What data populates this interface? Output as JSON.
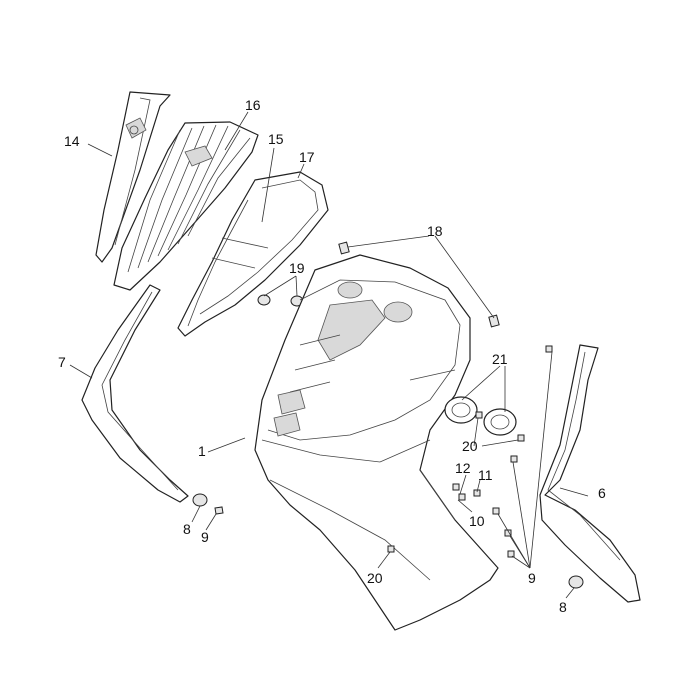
{
  "callouts": [
    {
      "id": "c1",
      "label": "1"
    },
    {
      "id": "c6",
      "label": "6"
    },
    {
      "id": "c7",
      "label": "7"
    },
    {
      "id": "c8a",
      "label": "8"
    },
    {
      "id": "c8b",
      "label": "8"
    },
    {
      "id": "c9a",
      "label": "9"
    },
    {
      "id": "c9b",
      "label": "9"
    },
    {
      "id": "c10",
      "label": "10"
    },
    {
      "id": "c11",
      "label": "11"
    },
    {
      "id": "c12",
      "label": "12"
    },
    {
      "id": "c14",
      "label": "14"
    },
    {
      "id": "c15",
      "label": "15"
    },
    {
      "id": "c16",
      "label": "16"
    },
    {
      "id": "c17",
      "label": "17"
    },
    {
      "id": "c18",
      "label": "18"
    },
    {
      "id": "c19",
      "label": "19"
    },
    {
      "id": "c20a",
      "label": "20"
    },
    {
      "id": "c20b",
      "label": "20"
    },
    {
      "id": "c21",
      "label": "21"
    }
  ]
}
